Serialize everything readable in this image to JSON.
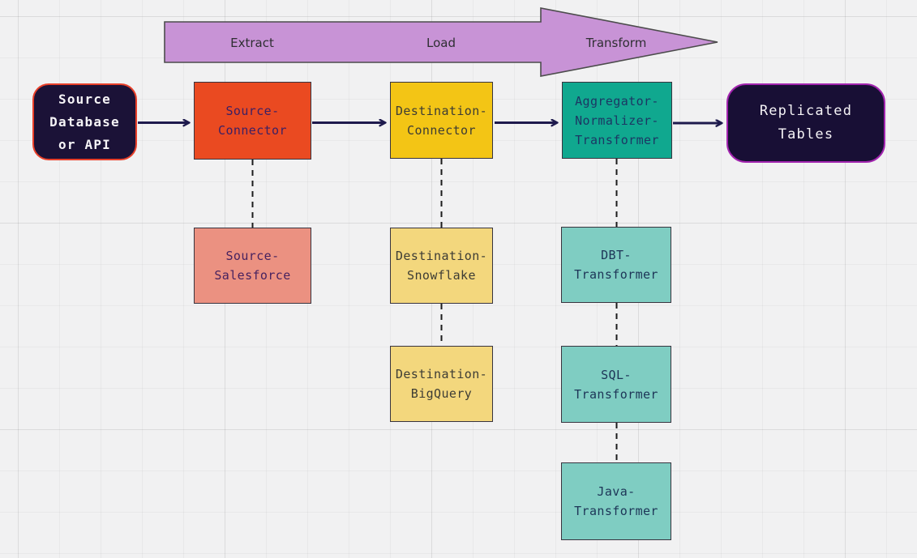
{
  "canvas": {
    "background": "#f1f1f2",
    "grid_line": "#e4e4e7"
  },
  "elt_arrow": {
    "fill": "#c893d6",
    "stroke": "#4c4c4c",
    "label_color": "#2f2f33",
    "labels": {
      "extract": "Extract",
      "load": "Load",
      "transform": "Transform"
    }
  },
  "connectors": {
    "solid_color": "#1e1a4d",
    "dashed_color": "#1c1c1c"
  },
  "palette": {
    "endpoint_fill": "#1b1237",
    "endpoint_source_border": "#e8402a",
    "endpoint_dest_border": "#a224af",
    "orange": "#ea4a21",
    "salmon": "#eb9181",
    "yellow": "#f3c515",
    "light_yellow": "#f3d77d",
    "teal": "#10a88f",
    "light_teal": "#7fcdc2"
  },
  "nodes": {
    "source_database": {
      "label": "Source\nDatabase\nor API"
    },
    "source_connector": {
      "label": "Source-\nConnector"
    },
    "destination_connector": {
      "label": "Destination-\nConnector"
    },
    "aggregator_normalizer_transformer": {
      "label": "Aggregator-\nNormalizer-\nTransformer"
    },
    "replicated_tables": {
      "label": "Replicated\nTables"
    },
    "source_salesforce": {
      "label": "Source-\nSalesforce"
    },
    "destination_snowflake": {
      "label": "Destination-\nSnowflake"
    },
    "destination_bigquery": {
      "label": "Destination-\nBigQuery"
    },
    "dbt_transformer": {
      "label": "DBT-\nTransformer"
    },
    "sql_transformer": {
      "label": "SQL-\nTransformer"
    },
    "java_transformer": {
      "label": "Java-\nTransformer"
    }
  }
}
